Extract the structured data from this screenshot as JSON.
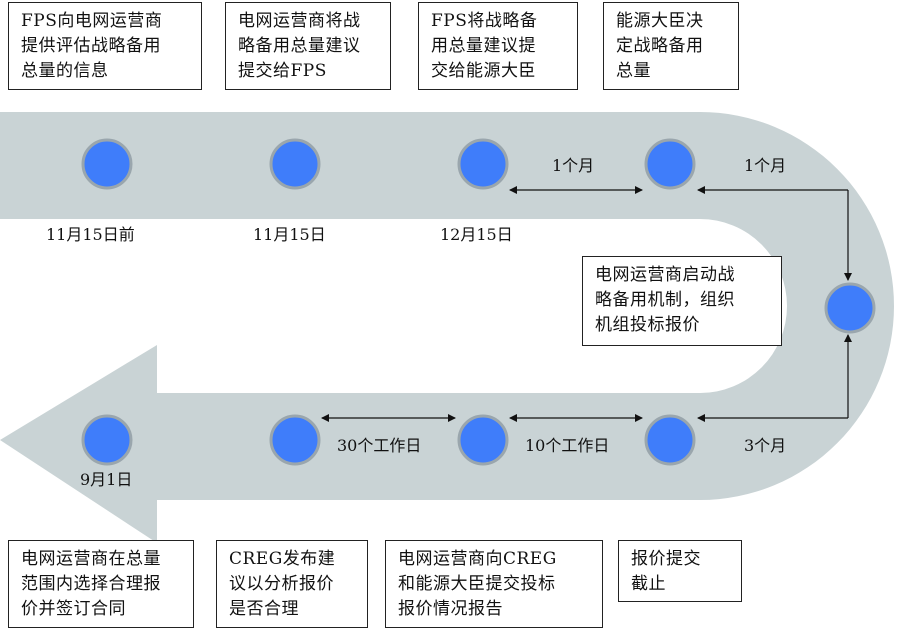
{
  "top_steps": [
    "FPS向电网运营商\n提供评估战略备用\n总量的信息",
    "电网运营商将战\n略备用总量建议\n提交给FPS",
    "FPS将战略备\n用总量建议提\n交给能源大臣",
    "能源大臣决\n定战略备用\n总量"
  ],
  "right_step": "电网运营商启动战\n略备用机制，组织\n机组投标报价",
  "bottom_steps": [
    "电网运营商在总量\n范围内选择合理报\n价并签订合同",
    "CREG发布建\n议以分析报价\n是否合理",
    "电网运营商向CREG\n和能源大臣提交投标\n报价情况报告",
    "报价提交\n截止"
  ],
  "dates": [
    "11月15日前",
    "11月15日",
    "12月15日",
    "9月1日"
  ],
  "intervals": {
    "upper_1": "1个月",
    "upper_2": "1个月",
    "right": "3个月",
    "lower_1": "10个工作日",
    "lower_2": "30个工作日"
  },
  "colors": {
    "track": "#c9d3d5",
    "node": "#3f7dfa",
    "node_ring": "#9aa6ad"
  }
}
